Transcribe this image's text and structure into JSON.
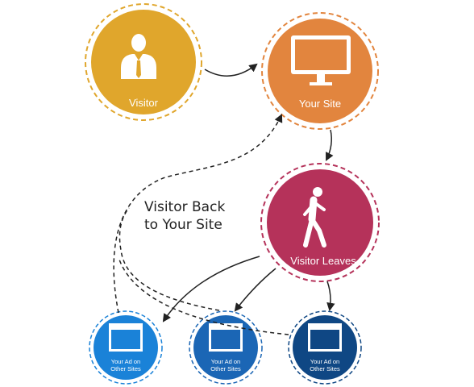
{
  "nodes": {
    "visitor": {
      "label": "Visitor",
      "color": "#E0A62C",
      "icon": "person-icon"
    },
    "site": {
      "label": "Your Site",
      "color": "#E2853E",
      "icon": "monitor-icon"
    },
    "leaves": {
      "label": "Visitor Leaves",
      "color": "#B5325A",
      "icon": "walking-person-icon"
    },
    "ads": [
      {
        "line1": "Your Ad on",
        "line2": "Other Sites",
        "color": "#1A82D8",
        "icon": "browser-window-icon"
      },
      {
        "line1": "Your Ad on",
        "line2": "Other Sites",
        "color": "#1B66B5",
        "icon": "browser-window-icon"
      },
      {
        "line1": "Your Ad on",
        "line2": "Other Sites",
        "color": "#0F4784",
        "icon": "browser-window-icon"
      }
    ]
  },
  "retarget_label": {
    "line1": "Visitor Back",
    "line2": "to Your Site"
  }
}
